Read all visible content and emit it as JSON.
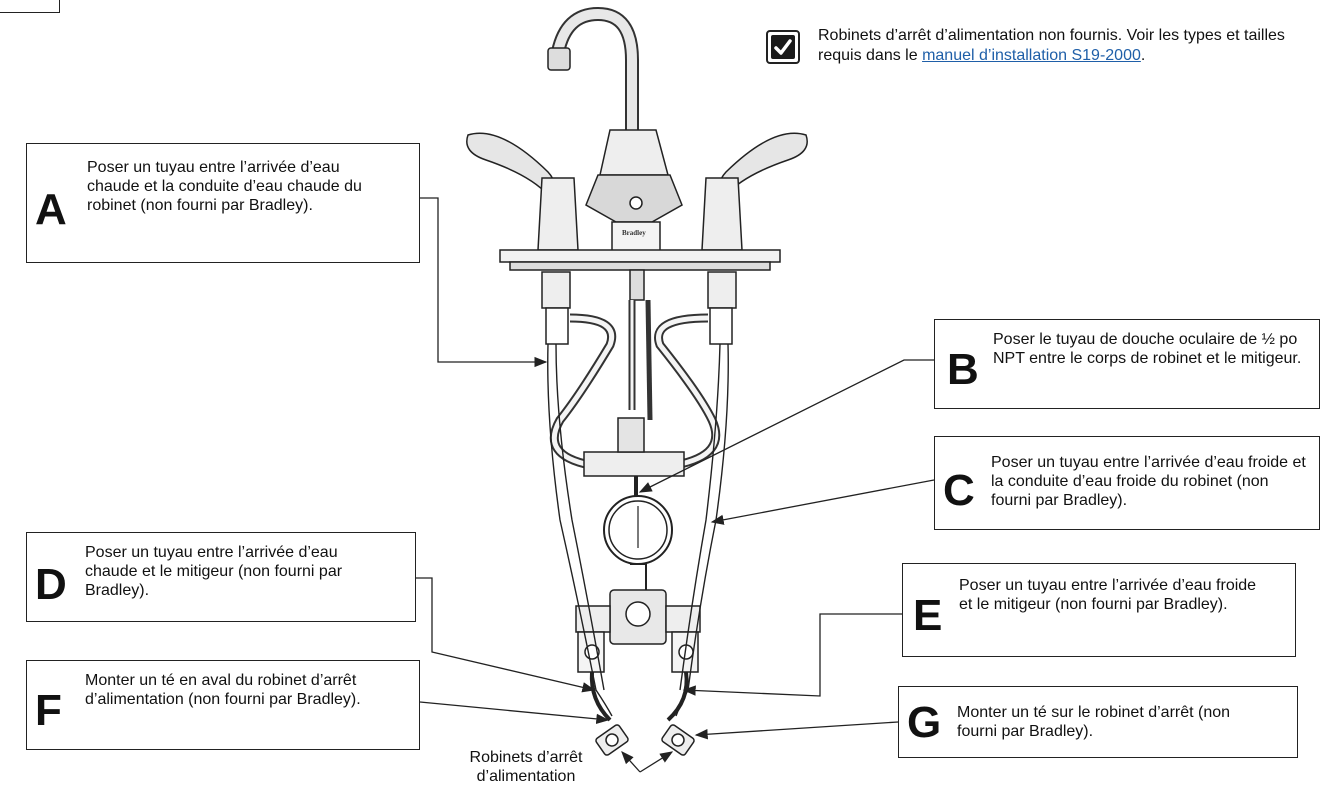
{
  "note": {
    "text_before_link": "Robinets d’arrêt d’alimentation non fournis. Voir les types et tailles requis dans le ",
    "link_text": "manuel d’installation S19-2000",
    "text_after_link": "."
  },
  "callouts": {
    "A": {
      "letter": "A",
      "text": "Poser un tuyau entre l’arrivée d’eau chaude et la conduite d’eau chaude du robinet (non fourni par Bradley)."
    },
    "B": {
      "letter": "B",
      "text": "Poser le tuyau de douche oculaire de ½ po NPT entre le corps de robinet et le mitigeur."
    },
    "C": {
      "letter": "C",
      "text": "Poser un tuyau entre l’arrivée d’eau froide et la conduite d’eau froide du robinet (non fourni par Bradley)."
    },
    "D": {
      "letter": "D",
      "text": "Poser un tuyau entre l’arrivée d’eau chaude et le mitigeur (non fourni par Bradley)."
    },
    "E": {
      "letter": "E",
      "text": "Poser un tuyau entre l’arrivée d’eau froide et le mitigeur (non fourni par Bradley)."
    },
    "F": {
      "letter": "F",
      "text": "Monter un té en aval du robinet d’arrêt d’alimentation (non fourni par Bradley)."
    },
    "G": {
      "letter": "G",
      "text": "Monter un té sur le robinet d’arrêt (non fourni par Bradley)."
    }
  },
  "supply_stops_label": "Robinets d’arrêt d’alimentation",
  "faucet_brand_mark": "Bradley"
}
